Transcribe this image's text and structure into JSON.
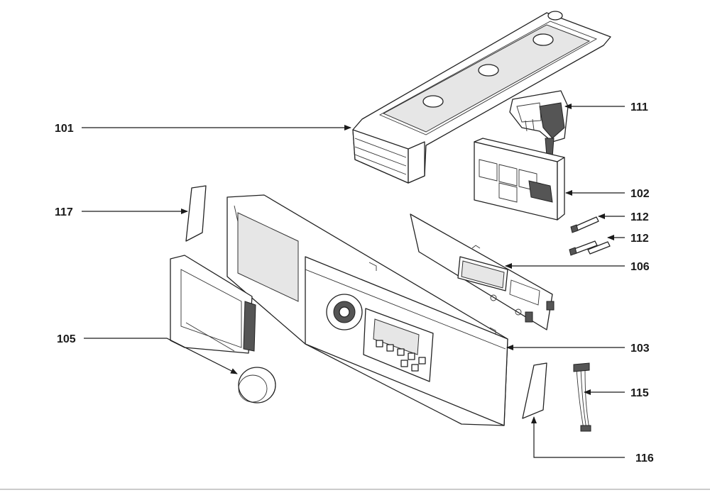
{
  "callouts": [
    {
      "id": "101",
      "label": "101"
    },
    {
      "id": "111",
      "label": "111"
    },
    {
      "id": "102",
      "label": "102"
    },
    {
      "id": "117",
      "label": "117"
    },
    {
      "id": "112a",
      "label": "112"
    },
    {
      "id": "112b",
      "label": "112"
    },
    {
      "id": "106",
      "label": "106"
    },
    {
      "id": "105",
      "label": "105"
    },
    {
      "id": "103",
      "label": "103"
    },
    {
      "id": "115",
      "label": "115"
    },
    {
      "id": "116",
      "label": "116"
    }
  ]
}
